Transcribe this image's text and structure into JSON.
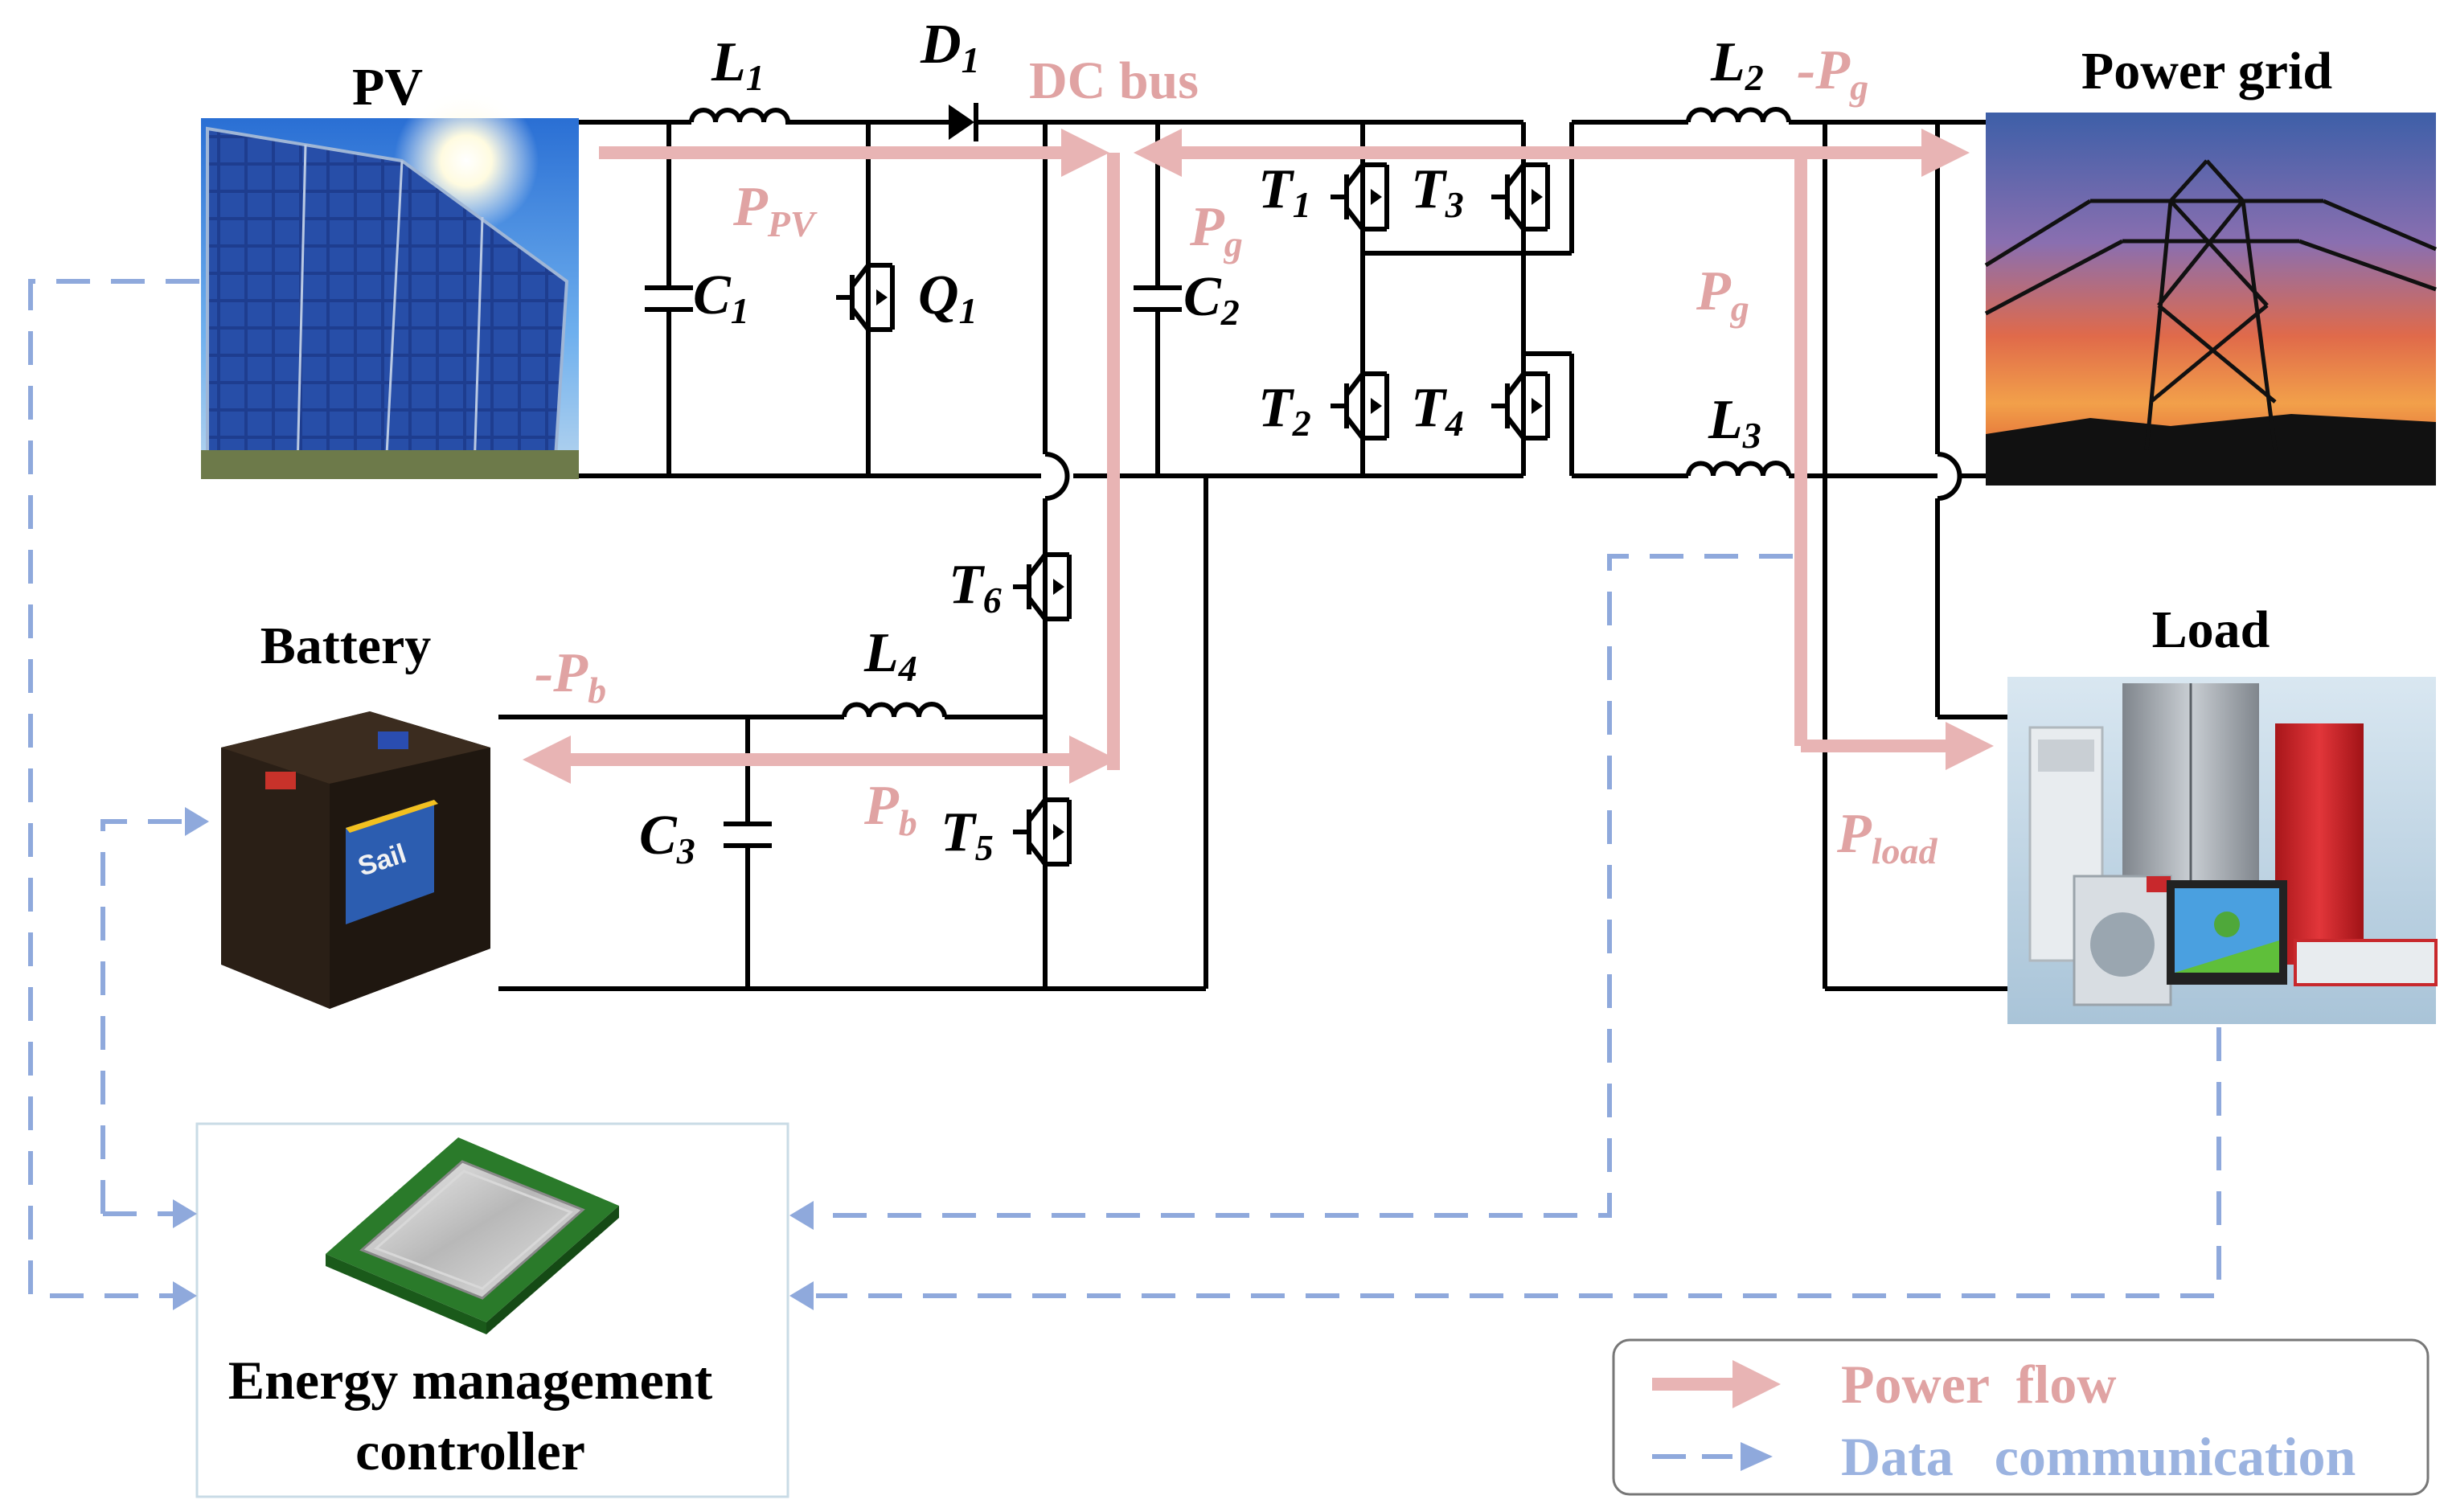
{
  "blocks": {
    "pv": "PV",
    "power_grid": "Power grid",
    "battery": "Battery",
    "load": "Load",
    "controller_line1": "Energy management",
    "controller_line2": "controller"
  },
  "bus_label": "DC bus",
  "components": {
    "L1": "L",
    "L1_sub": "1",
    "L2": "L",
    "L2_sub": "2",
    "L3": "L",
    "L3_sub": "3",
    "L4": "L",
    "L4_sub": "4",
    "D1": "D",
    "D1_sub": "1",
    "C1": "C",
    "C1_sub": "1",
    "C2": "C",
    "C2_sub": "2",
    "C3": "C",
    "C3_sub": "3",
    "Q1": "Q",
    "Q1_sub": "1",
    "T1": "T",
    "T1_sub": "1",
    "T2": "T",
    "T2_sub": "2",
    "T3": "T",
    "T3_sub": "3",
    "T4": "T",
    "T4_sub": "4",
    "T5": "T",
    "T5_sub": "5",
    "T6": "T",
    "T6_sub": "6"
  },
  "power_labels": {
    "ppv": "P",
    "ppv_sub": "PV",
    "pg_left": "P",
    "pg_left_sub": "g",
    "pg_right": "P",
    "pg_right_sub": "g",
    "neg_pg": "-P",
    "neg_pg_sub": "g",
    "neg_pb": "-P",
    "neg_pb_sub": "b",
    "pb": "P",
    "pb_sub": "b",
    "pload": "P",
    "pload_sub": "load"
  },
  "legend": {
    "power_flow": "Power  flow",
    "data_communication": "Data   communication"
  },
  "colors": {
    "power_flow": "#e8b4b4",
    "power_text": "#e0a3a3",
    "data_line": "#8fa9dc",
    "data_text": "#9bb3e0"
  }
}
